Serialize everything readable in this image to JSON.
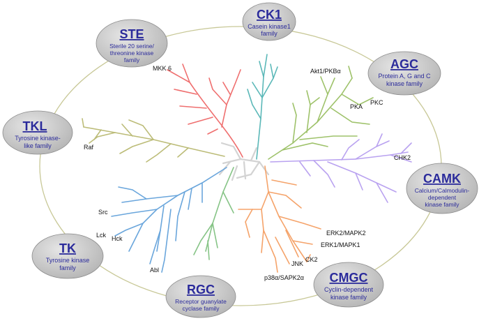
{
  "families": [
    {
      "abbr": "CK1",
      "lines": [
        "Casein kinase1",
        "family"
      ]
    },
    {
      "abbr": "STE",
      "lines": [
        "Sterile 20 serine/",
        "threonine kinase",
        "family"
      ]
    },
    {
      "abbr": "AGC",
      "lines": [
        "Protein A, G and C",
        "kinase family"
      ]
    },
    {
      "abbr": "TKL",
      "lines": [
        "Tyrosine kinase-",
        "like family"
      ]
    },
    {
      "abbr": "CAMK",
      "lines": [
        "Calcium/Calmodulin-",
        "dependent",
        "kinase family"
      ]
    },
    {
      "abbr": "TK",
      "lines": [
        "Tyrosine kinase",
        "family"
      ]
    },
    {
      "abbr": "RGC",
      "lines": [
        "Receptor guanylate",
        "cyclase family"
      ]
    },
    {
      "abbr": "CMGC",
      "lines": [
        "Cyclin-dependent",
        "kinase family"
      ]
    }
  ],
  "kinase_labels": [
    "MKK 6",
    "Akt1/PKBα",
    "PKA",
    "PKC",
    "Raf",
    "CHK2",
    "Src",
    "Lck",
    "Hck",
    "Abl",
    "ERK2/MAPK2",
    "ERK1/MAPK1",
    "CK2",
    "JNK",
    "p38α/SAPK2α"
  ],
  "colors": {
    "ellipse_ring": "#c8c897",
    "bubble_fill": "#c9c9c9",
    "bubble_text": "#2b2b9b",
    "STE": "#ef6f6f",
    "CK1": "#5bb8b8",
    "AGC": "#9ec26a",
    "CAMK": "#b9a2f0",
    "CMGC": "#f5a36a",
    "TK": "#6aa6dc",
    "TKL": "#bcbc78",
    "RGC": "#86c486",
    "root": "#d3d3d3"
  }
}
